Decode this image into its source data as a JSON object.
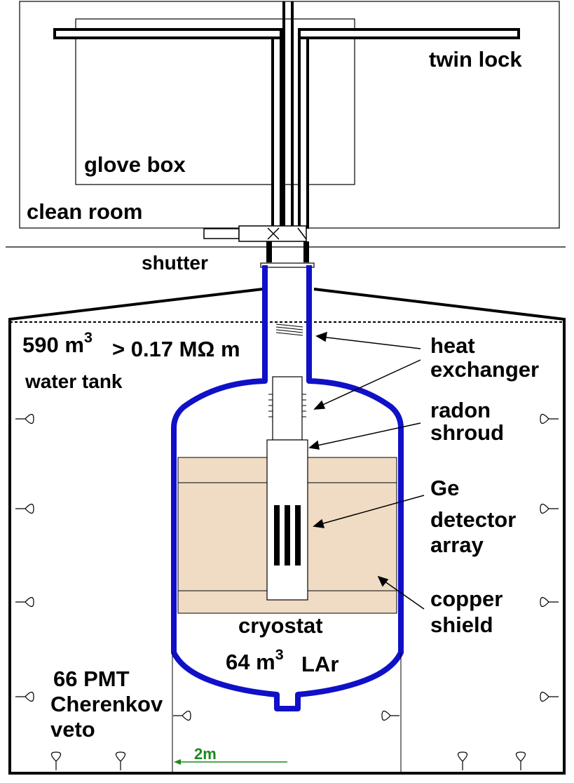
{
  "labels": {
    "twin_lock": "twin lock",
    "glove_box": "glove box",
    "clean_room": "clean room",
    "shutter": "shutter",
    "volume_value": "590 m",
    "volume_exp": "3",
    "resistivity": "> 0.17 MΩ m",
    "water_tank": "water tank",
    "heat_exchanger_1": "heat",
    "heat_exchanger_2": "exchanger",
    "radon_shroud_1": "radon",
    "radon_shroud_2": "shroud",
    "ge_array_1": "Ge",
    "ge_array_2": "detector",
    "ge_array_3": "array",
    "copper_shield_1": "copper",
    "copper_shield_2": "shield",
    "cryostat": "cryostat",
    "lar_value": "64 m",
    "lar_exp": "3",
    "lar_text": "LAr",
    "pmt_1": "66 PMT",
    "pmt_2": "Cherenkov",
    "pmt_3": "veto",
    "scale": "2m"
  },
  "colors": {
    "cryostat_wall": "#1010c8",
    "copper_shield": "#f0dcc4",
    "scale_arrow": "#1a8a1a",
    "outline": "#000000"
  }
}
